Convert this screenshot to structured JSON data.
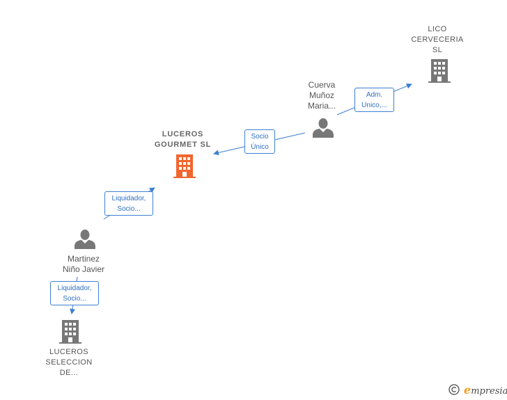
{
  "nodes": {
    "luceros_gourmet": {
      "label": "LUCEROS\nGOURMET  SL",
      "type": "company",
      "highlighted": true,
      "color": "#f2662f"
    },
    "lico_cerveceria": {
      "label": "LICO\nCERVECERIA\nSL",
      "type": "company",
      "color": "#777777"
    },
    "cuerva": {
      "label": "Cuerva\nMuñoz\nMaria...",
      "type": "person",
      "color": "#777777"
    },
    "martinez": {
      "label": "Martinez\nNiño Javier",
      "type": "person",
      "color": "#777777"
    },
    "luceros_seleccion": {
      "label": "LUCEROS\nSELECCION\nDE...",
      "type": "company",
      "color": "#777777"
    }
  },
  "edges": [
    {
      "from": "cuerva",
      "to": "luceros_gourmet",
      "label": "Socio\nÚnico"
    },
    {
      "from": "cuerva",
      "to": "lico_cerveceria",
      "label": "Adm.\nUnico,..."
    },
    {
      "from": "martinez",
      "to": "luceros_gourmet",
      "label": "Liquidador,\nSocio..."
    },
    {
      "from": "martinez",
      "to": "luceros_seleccion",
      "label": "Liquidador,\nSocio..."
    }
  ],
  "footer": {
    "copyright_symbol": "©",
    "brand_initial": "e",
    "brand_rest": "mpresia"
  },
  "colors": {
    "edge": "#3d7fd3",
    "highlight": "#f2662f",
    "node": "#777777"
  }
}
